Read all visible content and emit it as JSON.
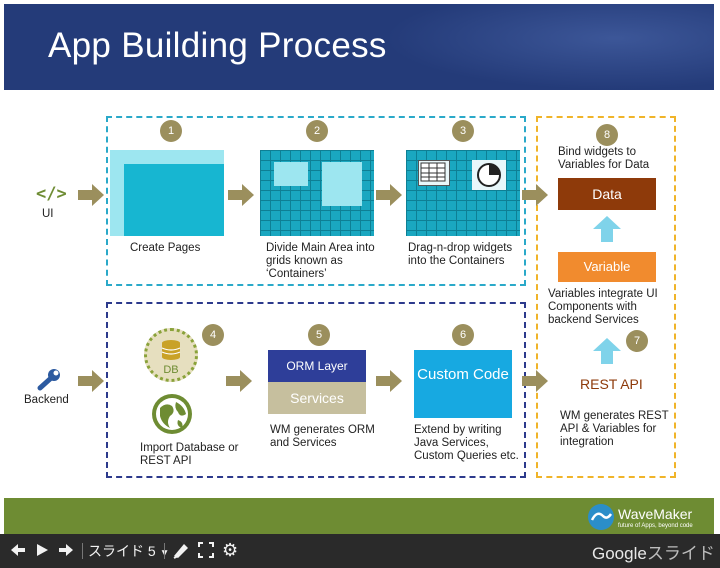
{
  "slide": {
    "title": "App Building Process",
    "rows": {
      "ui_label": "UI",
      "backend_label": "Backend"
    },
    "steps": [
      {
        "num": "1",
        "label": "Create Pages"
      },
      {
        "num": "2",
        "label": "Divide Main Area into grids known as ‘Containers’"
      },
      {
        "num": "3",
        "label": "Drag-n-drop widgets into the Containers"
      },
      {
        "num": "4",
        "label": "Import Database or REST API"
      },
      {
        "num": "5",
        "label": "WM generates ORM and Services"
      },
      {
        "num": "6",
        "label": "Extend by writing Java Services, Custom Queries etc."
      },
      {
        "num": "7",
        "label": "WM generates REST API & Variables for integration"
      },
      {
        "num": "8",
        "label": "Bind widgets to Variables for Data"
      }
    ],
    "db_label": "DB",
    "orm_layer": "ORM Layer",
    "services": "Services",
    "custom_code": "Custom Code",
    "data_box": "Data",
    "variable_box": "Variable",
    "variables_integrate": "Variables integrate UI Components with backend Services",
    "rest_api": "REST API",
    "logo_name": "WaveMaker",
    "logo_tagline": "future of Apps, beyond code"
  },
  "colors": {
    "header": "#243b79",
    "teal_dash": "#2aa9c9",
    "navy_dash": "#2c3a8c",
    "orange_dash": "#f0b429",
    "arrow": "#9b8f5d",
    "footer": "#6e8c33",
    "data_box": "#8e3a0a",
    "variable_box": "#f18b2e"
  },
  "toolbar": {
    "slide_label": "スライド 5",
    "brand": "Google",
    "brand_suffix": "スライド"
  },
  "icons": [
    "code-icon",
    "wrench-icon",
    "database-icon",
    "globe-icon",
    "table-widget-icon",
    "pie-chart-icon",
    "prev-icon",
    "play-icon",
    "next-icon",
    "dropdown-icon",
    "pen-icon",
    "fullscreen-icon",
    "gear-icon"
  ]
}
